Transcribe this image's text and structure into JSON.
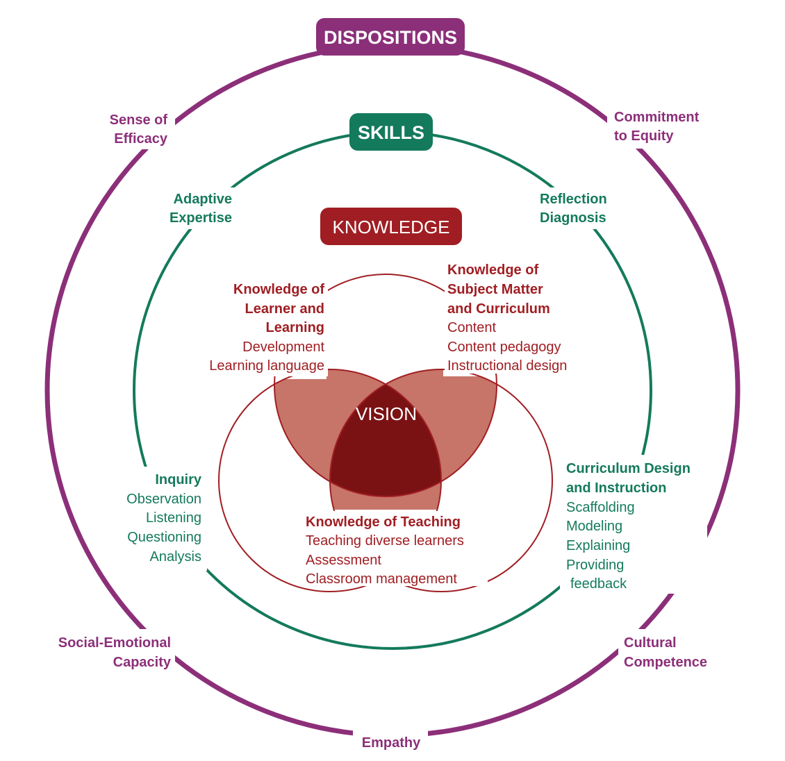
{
  "colors": {
    "dispositions": "#8c2f79",
    "skills": "#147a5c",
    "knowledge": "#a01e23",
    "venn_fill": "#c67568",
    "venn_mid": "#b85a50",
    "vision_fill": "#7a1214"
  },
  "dispositions": {
    "title": "DISPOSITIONS",
    "sense_of_efficacy": [
      "Sense of",
      "Efficacy"
    ],
    "commitment_to_equity": [
      "Commitment",
      "to Equity"
    ],
    "social_emotional": [
      "Social-Emotional",
      "Capacity"
    ],
    "cultural_competence": [
      "Cultural",
      "Competence"
    ],
    "empathy": "Empathy"
  },
  "skills": {
    "title": "SKILLS",
    "adaptive_expertise": [
      "Adaptive",
      "Expertise"
    ],
    "reflection_diagnosis": [
      "Reflection",
      "Diagnosis"
    ],
    "inquiry": {
      "heading": "Inquiry",
      "items": [
        "Observation",
        "Listening",
        "Questioning",
        "Analysis"
      ]
    },
    "curriculum_design": {
      "heading": [
        "Curriculum Design",
        "and Instruction"
      ],
      "items": [
        "Scaffolding",
        "Modeling",
        "Explaining",
        "Providing",
        "feedback"
      ]
    }
  },
  "knowledge": {
    "title": "KNOWLEDGE",
    "learner": {
      "heading": [
        "Knowledge of",
        "Learner and",
        "Learning"
      ],
      "items": [
        "Development",
        "Learning language"
      ]
    },
    "subject": {
      "heading": [
        "Knowledge of",
        "Subject Matter",
        "and Curriculum"
      ],
      "items": [
        "Content",
        "Content pedagogy",
        "Instructional design"
      ]
    },
    "teaching": {
      "heading": "Knowledge of Teaching",
      "items": [
        "Teaching diverse learners",
        "Assessment",
        "Classroom management"
      ]
    },
    "vision": "VISION"
  }
}
